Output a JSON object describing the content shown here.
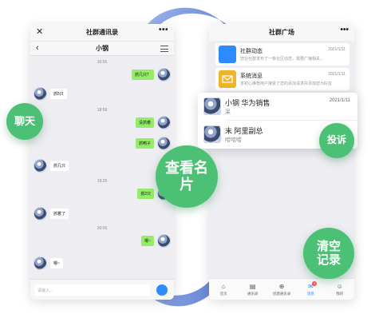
{
  "left_phone": {
    "title": "社群通讯录",
    "close_glyph": "✕",
    "more_glyph": "•••",
    "nav_title": "小钢",
    "back_glyph": "‹",
    "input_placeholder": "请输入...",
    "messages": [
      {
        "type": "time",
        "text": "16:55"
      },
      {
        "type": "right",
        "text": "抓几只？"
      },
      {
        "type": "left",
        "text": "抓5只"
      },
      {
        "type": "time",
        "text": "18:59"
      },
      {
        "type": "right",
        "text": "没抓着"
      },
      {
        "type": "right",
        "text": "抓鸭子"
      },
      {
        "type": "left",
        "text": "抓几只"
      },
      {
        "type": "time",
        "text": "19:25"
      },
      {
        "type": "right",
        "text": "抓2只"
      },
      {
        "type": "left",
        "text": "抓着了"
      },
      {
        "type": "time",
        "text": "20:05"
      },
      {
        "type": "right",
        "text": "嗯~"
      },
      {
        "type": "left",
        "text": "嗯~"
      }
    ]
  },
  "right_phone": {
    "title": "社群广场",
    "more_glyph": "•••",
    "notices": [
      {
        "title": "社群动态",
        "desc": "您在社群发布了一条社区动态，需要广播相关...",
        "date": "2021/1/11",
        "icon_color": "#2d8bff"
      },
      {
        "title": "系统消息",
        "desc": "本初心推荐用户接受了您的添加请求并添加您为好友",
        "date": "2021/1/11",
        "icon_color": "#f0b429"
      }
    ],
    "tabs": [
      {
        "label": "首页",
        "icon": "⌂",
        "active": false
      },
      {
        "label": "通讯录",
        "icon": "▤",
        "active": false
      },
      {
        "label": "创建通讯录",
        "icon": "⊕",
        "active": false
      },
      {
        "label": "消息",
        "icon": "✉",
        "active": true,
        "badge": "3"
      },
      {
        "label": "我的",
        "icon": "☺",
        "active": false
      }
    ]
  },
  "contact_card": {
    "rows": [
      {
        "name": "小钢 华为销售",
        "sub": "呆",
        "date": "2021/1/11"
      },
      {
        "name": "末 阿里副总",
        "sub": "哈哈哈",
        "date": ""
      }
    ]
  },
  "bubbles": {
    "chat": "聊天",
    "card": "查看名片",
    "report": "投诉",
    "clear": "清空记录"
  },
  "colors": {
    "green": "#4cc074",
    "chat_bubble": "#95ec69",
    "arrow": "#6f8fd6",
    "accent": "#2d8bff"
  }
}
